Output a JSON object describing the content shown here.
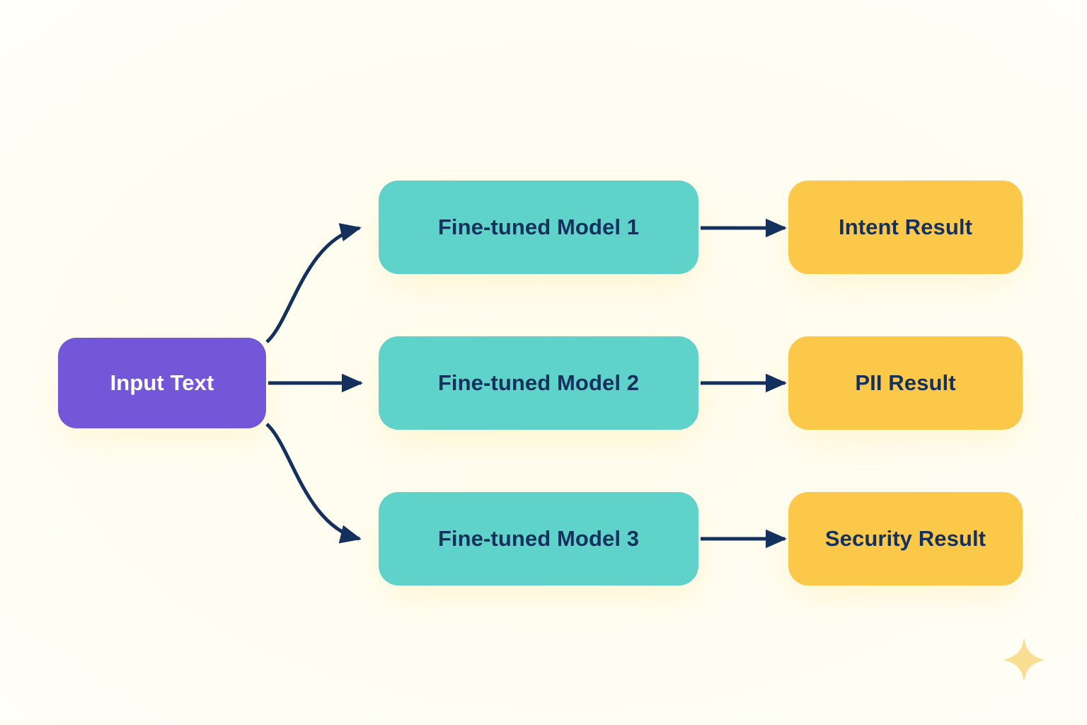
{
  "diagram": {
    "title_visible": false,
    "background_color": "#FFFCEF",
    "arrow_color": "#13315C",
    "nodes": {
      "input": {
        "label": "Input Text",
        "color": "#7357D9",
        "text_color": "#FFFFFF"
      },
      "models": [
        {
          "label": "Fine-tuned Model 1",
          "color": "#5FD3C9",
          "text_color": "#13315C"
        },
        {
          "label": "Fine-tuned Model 2",
          "color": "#5FD3C9",
          "text_color": "#13315C"
        },
        {
          "label": "Fine-tuned Model 3",
          "color": "#5FD3C9",
          "text_color": "#13315C"
        }
      ],
      "results": [
        {
          "label": "Intent Result",
          "color": "#FBC84A",
          "text_color": "#13315C"
        },
        {
          "label": "PII Result",
          "color": "#FBC84A",
          "text_color": "#13315C"
        },
        {
          "label": "Security Result",
          "color": "#FBC84A",
          "text_color": "#13315C"
        }
      ]
    },
    "edges": [
      {
        "from": "Input Text",
        "to": "Fine-tuned Model 1",
        "style": "curved"
      },
      {
        "from": "Input Text",
        "to": "Fine-tuned Model 2",
        "style": "straight"
      },
      {
        "from": "Input Text",
        "to": "Fine-tuned Model 3",
        "style": "curved"
      },
      {
        "from": "Fine-tuned Model 1",
        "to": "Intent Result",
        "style": "straight"
      },
      {
        "from": "Fine-tuned Model 2",
        "to": "PII Result",
        "style": "straight"
      },
      {
        "from": "Fine-tuned Model 3",
        "to": "Security Result",
        "style": "straight"
      }
    ],
    "decoration": {
      "sparkle_icon": "sparkle-icon",
      "sparkle_color": "#F8DE93"
    }
  }
}
